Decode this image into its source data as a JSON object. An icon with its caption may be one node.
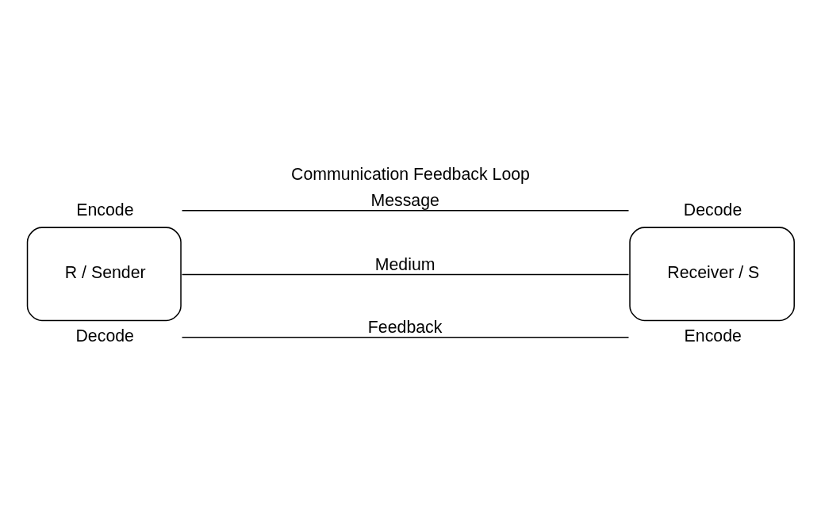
{
  "diagram": {
    "title": "Communication Feedback Loop",
    "nodes": [
      {
        "text": [
          "R / Sender"
        ],
        "beside": [
          "Encode",
          "Decode"
        ]
      },
      {
        "text": [
          "Receiver / S"
        ],
        "beside": [
          "Decode",
          "Encode"
        ]
      }
    ],
    "edges": [
      {
        "from": 0,
        "to": 1,
        "arrow": "none",
        "label": "Message"
      },
      {
        "from": 0,
        "to": 1,
        "arrow": "none",
        "label": "Medium"
      },
      {
        "from": 0,
        "to": 1,
        "arrow": "none",
        "label": "Feedback"
      }
    ]
  }
}
